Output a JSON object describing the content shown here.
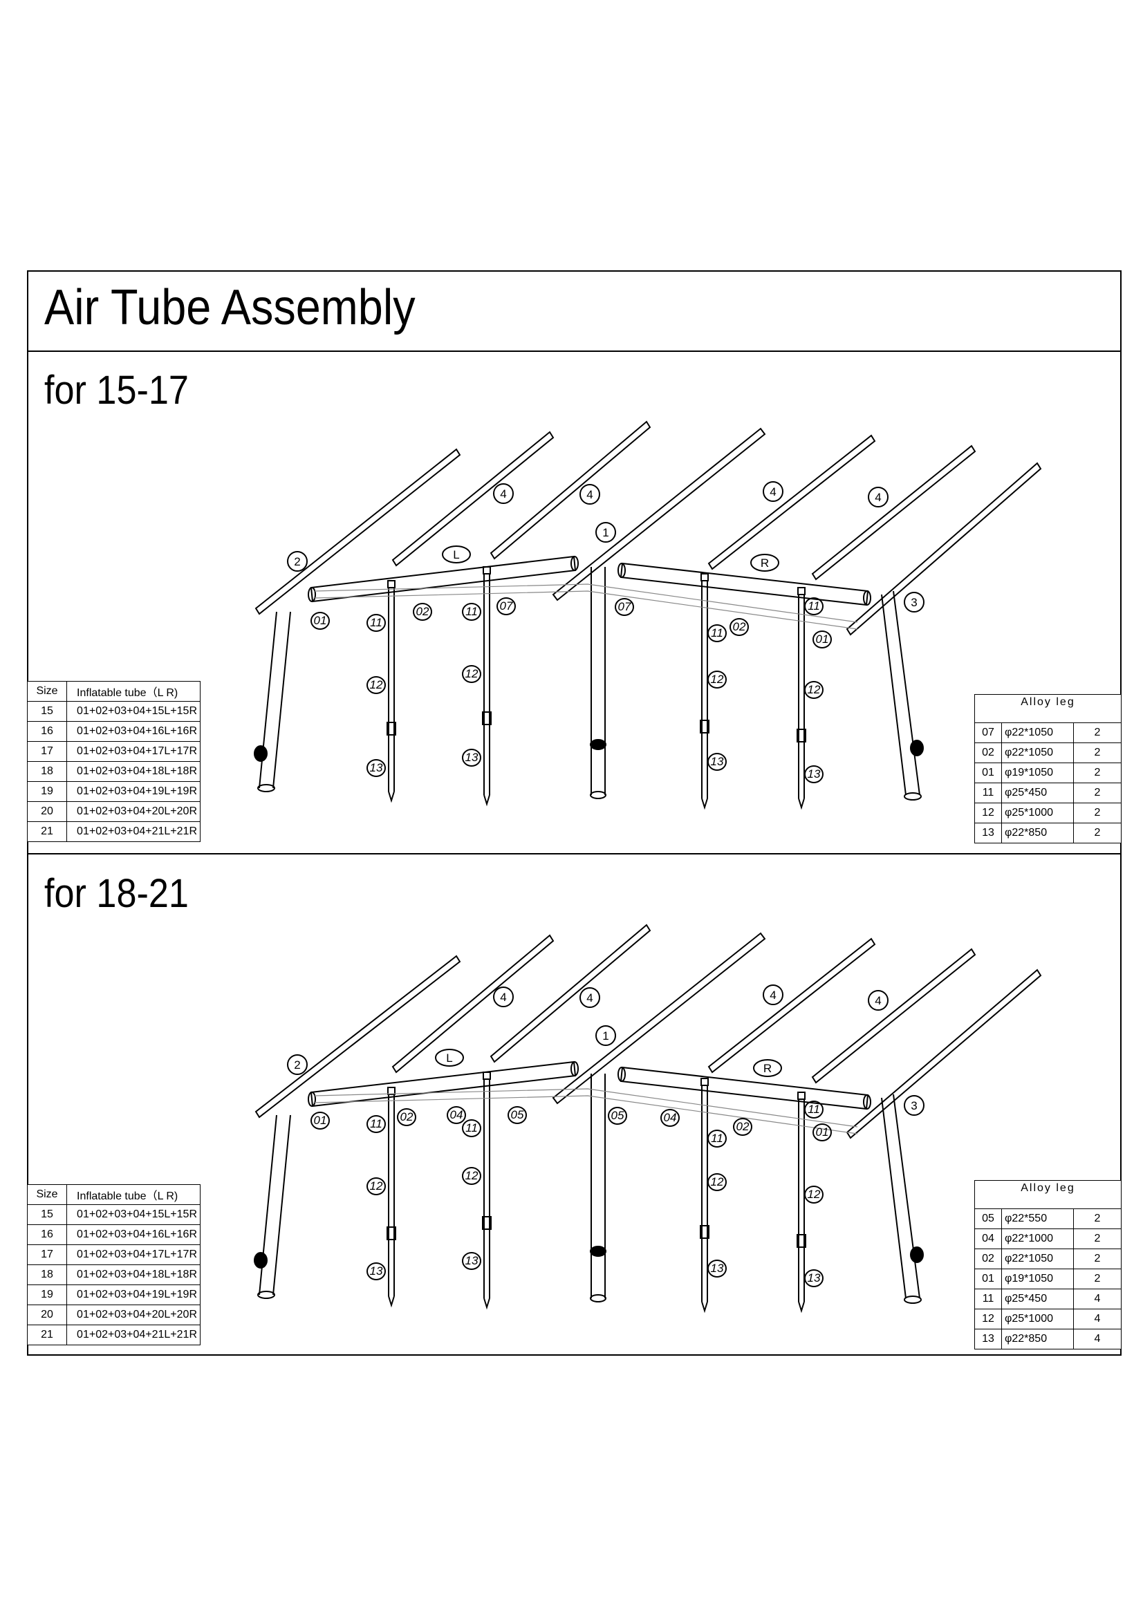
{
  "title": "Air Tube Assembly",
  "sections": [
    {
      "title": "for 15-17",
      "callouts": {
        "roof_tube": "4",
        "front_tube": "1",
        "left_tube": "2",
        "right_tube": "3",
        "left_label": "L",
        "right_label": "R"
      },
      "leg_callouts": [
        "01",
        "02",
        "07",
        "07",
        "02",
        "01",
        "11",
        "11",
        "11",
        "11",
        "12",
        "12",
        "12",
        "12",
        "13",
        "13",
        "13",
        "13"
      ],
      "size_table": {
        "headers": [
          "Size",
          "Inflatable tube（L R)"
        ],
        "rows": [
          [
            "15",
            "01+02+03+04+15L+15R"
          ],
          [
            "16",
            "01+02+03+04+16L+16R"
          ],
          [
            "17",
            "01+02+03+04+17L+17R"
          ],
          [
            "18",
            "01+02+03+04+18L+18R"
          ],
          [
            "19",
            "01+02+03+04+19L+19R"
          ],
          [
            "20",
            "01+02+03+04+20L+20R"
          ],
          [
            "21",
            "01+02+03+04+21L+21R"
          ]
        ]
      },
      "leg_table": {
        "header": "Alloy leg",
        "rows": [
          [
            "07",
            "φ22*1050",
            "2"
          ],
          [
            "02",
            "φ22*1050",
            "2"
          ],
          [
            "01",
            "φ19*1050",
            "2"
          ],
          [
            "11",
            "φ25*450",
            "2"
          ],
          [
            "12",
            "φ25*1000",
            "2"
          ],
          [
            "13",
            "φ22*850",
            "2"
          ]
        ]
      }
    },
    {
      "title": "for 18-21",
      "callouts": {
        "roof_tube": "4",
        "front_tube": "1",
        "left_tube": "2",
        "right_tube": "3",
        "left_label": "L",
        "right_label": "R"
      },
      "leg_callouts": [
        "01",
        "02",
        "04",
        "05",
        "05",
        "04",
        "02",
        "01",
        "11",
        "11",
        "11",
        "11",
        "12",
        "12",
        "12",
        "12",
        "13",
        "13",
        "13",
        "13"
      ],
      "size_table": {
        "headers": [
          "Size",
          "Inflatable tube（L R)"
        ],
        "rows": [
          [
            "15",
            "01+02+03+04+15L+15R"
          ],
          [
            "16",
            "01+02+03+04+16L+16R"
          ],
          [
            "17",
            "01+02+03+04+17L+17R"
          ],
          [
            "18",
            "01+02+03+04+18L+18R"
          ],
          [
            "19",
            "01+02+03+04+19L+19R"
          ],
          [
            "20",
            "01+02+03+04+20L+20R"
          ],
          [
            "21",
            "01+02+03+04+21L+21R"
          ]
        ]
      },
      "leg_table": {
        "header": "Alloy leg",
        "rows": [
          [
            "05",
            "φ22*550",
            "2"
          ],
          [
            "04",
            "φ22*1000",
            "2"
          ],
          [
            "02",
            "φ22*1050",
            "2"
          ],
          [
            "01",
            "φ19*1050",
            "2"
          ],
          [
            "11",
            "φ25*450",
            "4"
          ],
          [
            "12",
            "φ25*1000",
            "4"
          ],
          [
            "13",
            "φ22*850",
            "4"
          ]
        ]
      }
    }
  ]
}
